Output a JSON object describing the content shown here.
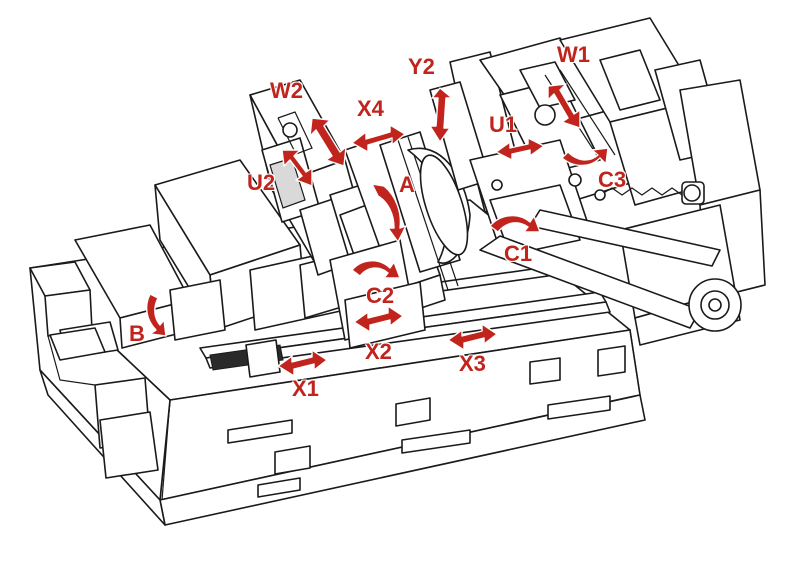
{
  "colors": {
    "arrow": "#c0241c",
    "line": "#1a1a1a",
    "background": "#ffffff"
  },
  "axes": {
    "W1": "W1",
    "Y2": "Y2",
    "W2": "W2",
    "X4": "X4",
    "U1": "U1",
    "U2": "U2",
    "A": "A",
    "C3": "C3",
    "C1": "C1",
    "C2": "C2",
    "B": "B",
    "X2": "X2",
    "X3": "X3",
    "X1": "X1"
  }
}
